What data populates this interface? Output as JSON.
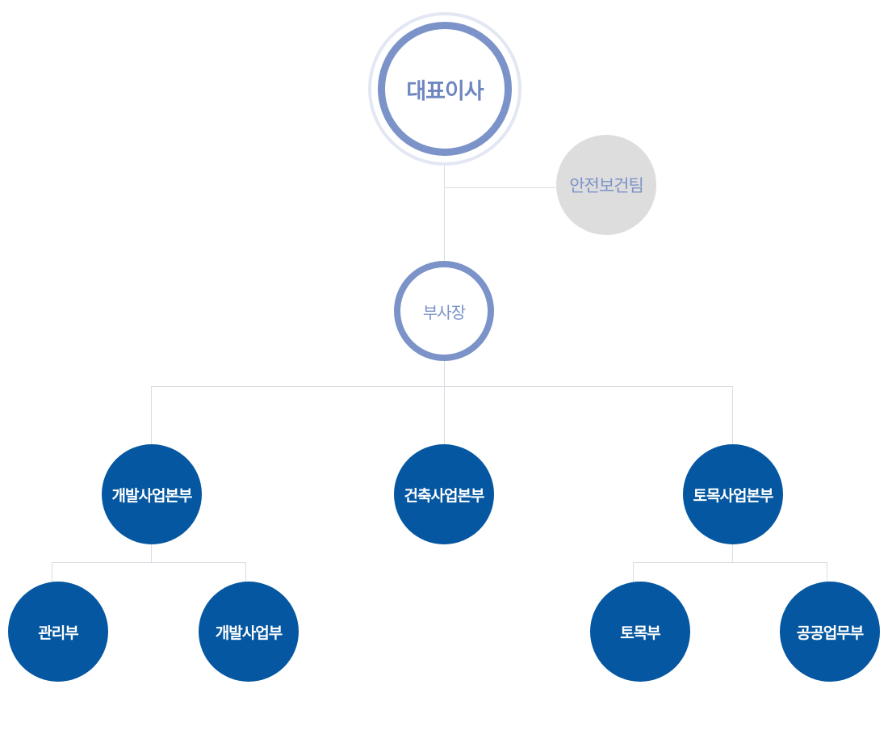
{
  "chart": {
    "ceo": "대표이사",
    "safety_team": "안전보건팀",
    "vice_president": "부사장",
    "divisions": [
      {
        "name": "개발사업본부",
        "departments": [
          "관리부",
          "개발사업부"
        ]
      },
      {
        "name": "건축사업본부",
        "departments": []
      },
      {
        "name": "토목사업본부",
        "departments": [
          "토목부",
          "공공업무부"
        ]
      }
    ]
  },
  "colors": {
    "ceo_ring": "#7b93c8",
    "ceo_halo": "#e3e7f3",
    "safety_fill": "#dddddd",
    "division_fill": "#0457a0",
    "connector": "#d9dde3"
  }
}
